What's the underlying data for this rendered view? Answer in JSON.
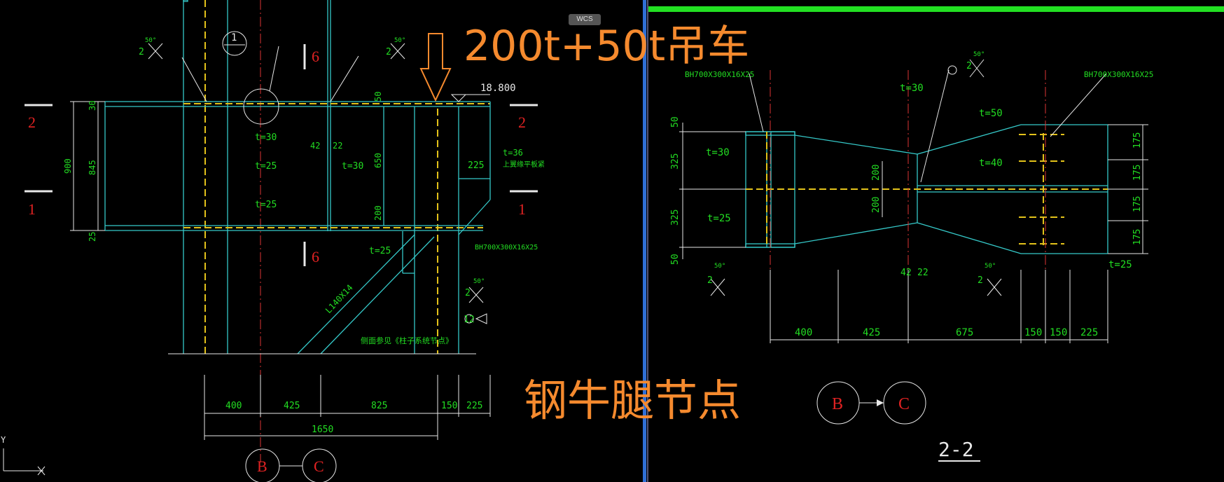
{
  "title": "200t+50t吊车",
  "subtitle": "钢牛腿节点",
  "wcs_badge": "WCS",
  "left_view": {
    "section_marks": [
      "2",
      "1",
      "6",
      "6",
      "2",
      "1"
    ],
    "elevation": "18.800",
    "detail_circle": "1",
    "thickness_labels": [
      "t=30",
      "t=25",
      "t=30",
      "t=25",
      "t=25",
      "t=36"
    ],
    "note_top_right": "上翼缘平板紧",
    "beam_label": "BH700X300X16X25",
    "angle_label": "L140X14",
    "note_bottom": "侧面参见《柱子系统节点》",
    "weld_labels": [
      "50°",
      "2",
      "50°",
      "2",
      "50°",
      "2",
      "12"
    ],
    "vertical_dims": [
      "30",
      "900",
      "845",
      "25",
      "50",
      "650",
      "200",
      "42",
      "22"
    ],
    "horizontal_dims": [
      "225",
      "400",
      "425",
      "825",
      "150",
      "225",
      "1650"
    ],
    "axes": [
      "B",
      "C"
    ]
  },
  "right_view": {
    "beam_labels": [
      "BH700X300X16X25",
      "BH700X300X16X25"
    ],
    "thickness_labels": [
      "t=30",
      "t=30",
      "t=25",
      "t=50",
      "t=40",
      "t=25"
    ],
    "left_dims": [
      "50",
      "325",
      "325",
      "50"
    ],
    "middle_dims": [
      "200",
      "200"
    ],
    "right_dims": [
      "175",
      "175",
      "175",
      "175"
    ],
    "bottom_small_dims": [
      "42",
      "22"
    ],
    "horizontal_dims": [
      "400",
      "425",
      "675",
      "150",
      "150",
      "225"
    ],
    "weld_labels": [
      "50°",
      "2",
      "50°",
      "2",
      "50°",
      "2"
    ],
    "axes": [
      "B",
      "C"
    ],
    "section_title": "2-2"
  },
  "ucs_axis_label": "Y",
  "colors": {
    "background": "#000000",
    "member_lines": "#35c9c9",
    "dimension_text": "#22dd22",
    "section_marks": "#e02222",
    "title": "#f58a2e",
    "hidden_bolts": "#e3c21a",
    "viewport_border": "#2f6fd6",
    "top_bar": "#22e022"
  }
}
